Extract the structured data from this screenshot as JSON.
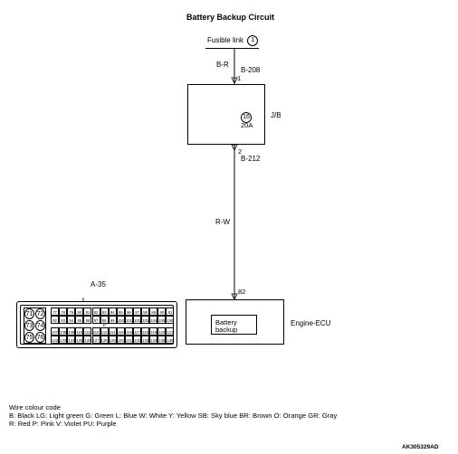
{
  "title": "Battery Backup Circuit",
  "fusible_link": {
    "label": "Fusible link",
    "number": "1"
  },
  "wire_top": {
    "color": "B-R",
    "connector": "B-208",
    "pin": "1"
  },
  "jb": {
    "label": "J/B",
    "fuse_number": "16",
    "fuse_rating": "20A"
  },
  "wire_bottom": {
    "pin": "2",
    "connector": "B-212",
    "color": "R-W"
  },
  "ecu": {
    "label": "Engine-ECU",
    "pin": "82",
    "inner_line1": "Battery",
    "inner_line2": "backup"
  },
  "connector_a35": {
    "label": "A-35",
    "big_pins": [
      "71",
      "72",
      "73",
      "74",
      "75",
      "76"
    ],
    "row1": [
      "77",
      "78",
      "79",
      "80",
      "81",
      "82",
      "83",
      "84",
      "85",
      "86",
      "87",
      "88",
      "89",
      "90",
      "91"
    ],
    "row2": [
      "92",
      "93",
      "94",
      "95",
      "96",
      "97",
      "98",
      "99",
      "100",
      "101",
      "102",
      "103",
      "104",
      "105",
      "106"
    ],
    "row3": [
      "107",
      "108",
      "109",
      "110",
      "111",
      "112",
      "113",
      "114",
      "115",
      "116",
      "117",
      "118",
      "119",
      "120",
      "121"
    ],
    "row4": [
      "122",
      "123",
      "124",
      "125",
      "126",
      "127",
      "128",
      "129",
      "130",
      "131",
      "132",
      "133",
      "134",
      "135",
      "136"
    ],
    "mid_mark": "P"
  },
  "legend": {
    "heading": "Wire colour code",
    "line1": "B: Black  LG: Light green  G: Green  L: Blue  W: White  Y: Yellow  SB: Sky blue  BR: Brown  O: Orange  GR: Gray",
    "line2": "R: Red  P: Pink  V: Violet  PU: Purple"
  },
  "ref_code": "AK305329AD"
}
